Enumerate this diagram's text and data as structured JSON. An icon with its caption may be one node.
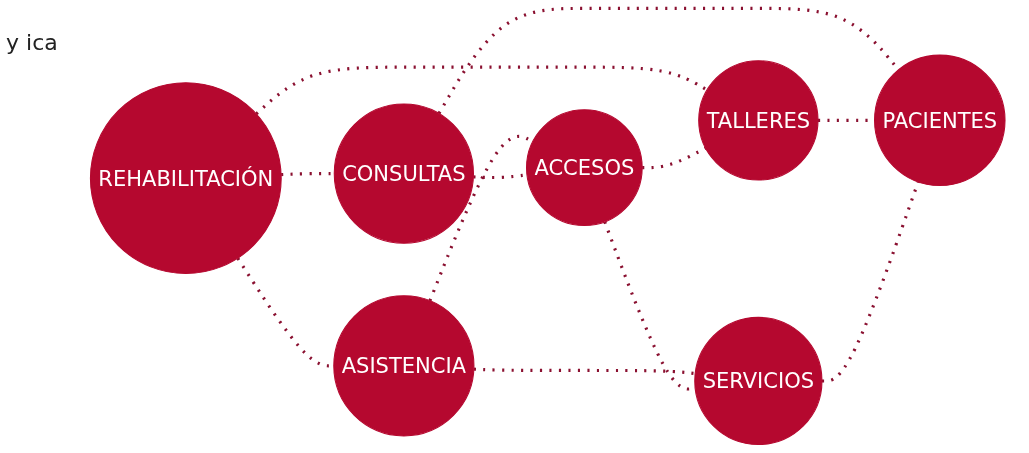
{
  "diagram": {
    "nodes": [
      {
        "text": [
          "REHABILITACIÓN"
        ]
      },
      {
        "text": [
          "ASISTENCIA"
        ]
      },
      {
        "text": [
          "CONSULTAS"
        ]
      },
      {
        "text": [
          "ACCESOS"
        ]
      },
      {
        "text": [
          "TALLERES"
        ]
      },
      {
        "text": [
          "SERVICIOS"
        ]
      },
      {
        "text": [
          "PACIENTES"
        ]
      }
    ],
    "edges": [
      {
        "from": 0,
        "to": 1,
        "arrow": "none",
        "style": "dashed"
      },
      {
        "from": 0,
        "to": 4,
        "arrow": "none",
        "style": "dashed"
      },
      {
        "from": 0,
        "to": 2,
        "arrow": "none",
        "style": "dashed"
      },
      {
        "from": 1,
        "to": 3,
        "arrow": "none",
        "style": "dashed"
      },
      {
        "from": 1,
        "to": 5,
        "arrow": "none",
        "style": "dashed"
      },
      {
        "from": 2,
        "to": 3,
        "arrow": "none",
        "style": "dashed"
      },
      {
        "from": 2,
        "to": 6,
        "arrow": "none",
        "style": "dashed"
      },
      {
        "from": 3,
        "to": 4,
        "arrow": "none",
        "style": "dashed"
      },
      {
        "from": 3,
        "to": 5,
        "arrow": "none",
        "style": "dashed"
      },
      {
        "from": 4,
        "to": 6,
        "arrow": "none",
        "style": "dashed"
      },
      {
        "from": 5,
        "to": 6,
        "arrow": "none",
        "style": "dashed"
      }
    ],
    "labels": [
      "y ica"
    ]
  }
}
